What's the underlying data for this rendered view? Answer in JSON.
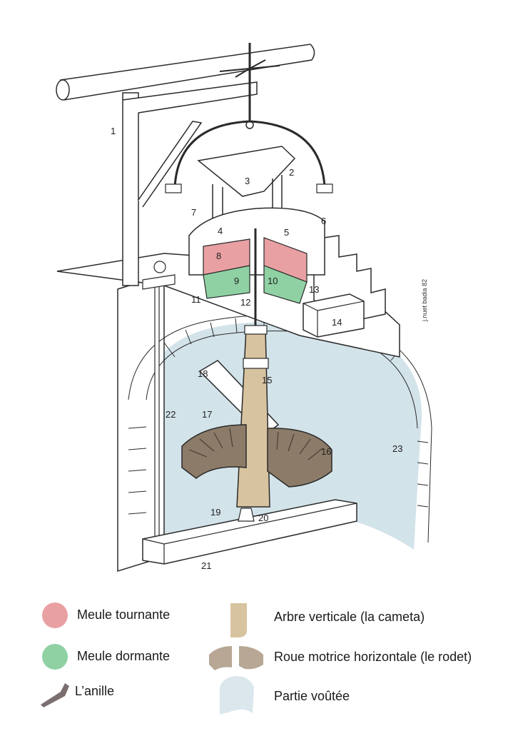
{
  "diagram": {
    "part_numbers": [
      "1",
      "2",
      "3",
      "4",
      "5",
      "6",
      "7",
      "8",
      "9",
      "10",
      "11",
      "12",
      "13",
      "14",
      "15",
      "16",
      "17",
      "18",
      "19",
      "20",
      "21",
      "22",
      "23"
    ],
    "signature": "j.nuet badia 82"
  },
  "legend": {
    "items": [
      {
        "label": "Meule tournante",
        "color": "#e8a0a3",
        "icon": "circle-swatch"
      },
      {
        "label": "Meule dormante",
        "color": "#8fd1a3",
        "icon": "circle-swatch"
      },
      {
        "label": "L’anille",
        "color": "#7a6e6e",
        "icon": "anille-shape"
      },
      {
        "label": "Arbre verticale (la cameta)",
        "color": "#d8c3a0",
        "icon": "shaft-shape"
      },
      {
        "label": "Roue motrice horizontale (le rodet)",
        "color": "#b7a794",
        "icon": "wheel-shape"
      },
      {
        "label": "Partie voûtée",
        "color": "#dbe7ec",
        "icon": "vault-shape"
      }
    ]
  },
  "colors": {
    "runner_stone": "#e8a0a3",
    "bed_stone": "#8fd1a3",
    "shaft": "#d8c3a0",
    "wheel": "#8c7b68",
    "vault": "#d3e3ea",
    "line": "#2a2a2a"
  }
}
